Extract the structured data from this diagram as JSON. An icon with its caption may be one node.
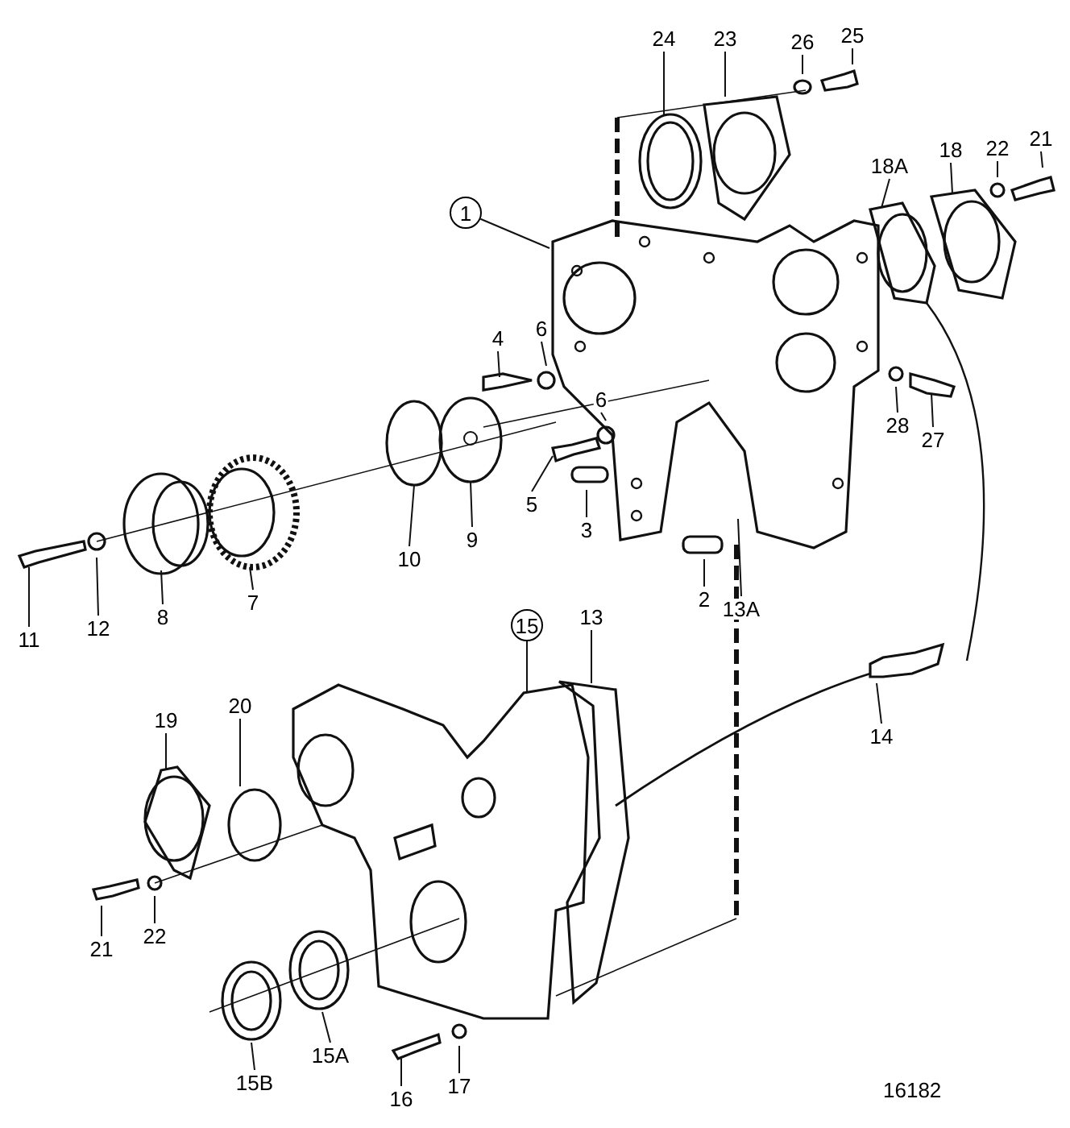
{
  "diagram": {
    "nodes": [
      {
        "text": [
          "24"
        ]
      },
      {
        "text": [
          "23"
        ]
      },
      {
        "text": [
          "26"
        ]
      },
      {
        "text": [
          "25"
        ]
      },
      {
        "text": [
          "21"
        ]
      },
      {
        "text": [
          "22"
        ]
      },
      {
        "text": [
          "18"
        ]
      },
      {
        "text": [
          "18A"
        ]
      },
      {
        "text": [
          "1"
        ]
      },
      {
        "text": [
          "6"
        ]
      },
      {
        "text": [
          "4"
        ]
      },
      {
        "text": [
          "6"
        ]
      },
      {
        "text": [
          "28"
        ]
      },
      {
        "text": [
          "27"
        ]
      },
      {
        "text": [
          "5"
        ]
      },
      {
        "text": [
          "9"
        ]
      },
      {
        "text": [
          "3"
        ]
      },
      {
        "text": [
          "10"
        ]
      },
      {
        "text": [
          "2"
        ]
      },
      {
        "text": [
          "13A"
        ]
      },
      {
        "text": [
          "7"
        ]
      },
      {
        "text": [
          "8"
        ]
      },
      {
        "text": [
          "12"
        ]
      },
      {
        "text": [
          "11"
        ]
      },
      {
        "text": [
          "15"
        ]
      },
      {
        "text": [
          "13"
        ]
      },
      {
        "text": [
          "14"
        ]
      },
      {
        "text": [
          "20"
        ]
      },
      {
        "text": [
          "19"
        ]
      },
      {
        "text": [
          "22"
        ]
      },
      {
        "text": [
          "21"
        ]
      },
      {
        "text": [
          "15A"
        ]
      },
      {
        "text": [
          "15B"
        ]
      },
      {
        "text": [
          "17"
        ]
      },
      {
        "text": [
          "16"
        ]
      }
    ],
    "edges": [
      {
        "from": 0,
        "to": null,
        "arrow": "none"
      },
      {
        "from": 1,
        "to": null,
        "arrow": "none"
      },
      {
        "from": 2,
        "to": null,
        "arrow": "none"
      },
      {
        "from": 3,
        "to": null,
        "arrow": "none"
      },
      {
        "from": 4,
        "to": null,
        "arrow": "none"
      },
      {
        "from": 5,
        "to": null,
        "arrow": "none"
      },
      {
        "from": 6,
        "to": null,
        "arrow": "none"
      },
      {
        "from": 7,
        "to": null,
        "arrow": "none"
      },
      {
        "from": 8,
        "to": null,
        "arrow": "none"
      },
      {
        "from": 9,
        "to": null,
        "arrow": "none"
      },
      {
        "from": 10,
        "to": null,
        "arrow": "none"
      },
      {
        "from": 11,
        "to": null,
        "arrow": "none"
      },
      {
        "from": 12,
        "to": null,
        "arrow": "none"
      },
      {
        "from": 13,
        "to": null,
        "arrow": "none"
      },
      {
        "from": 14,
        "to": null,
        "arrow": "none"
      },
      {
        "from": 15,
        "to": null,
        "arrow": "none"
      },
      {
        "from": 16,
        "to": null,
        "arrow": "none"
      },
      {
        "from": 17,
        "to": null,
        "arrow": "none"
      },
      {
        "from": 18,
        "to": null,
        "arrow": "none"
      },
      {
        "from": 19,
        "to": null,
        "arrow": "none"
      },
      {
        "from": 20,
        "to": null,
        "arrow": "none"
      },
      {
        "from": 21,
        "to": null,
        "arrow": "none"
      },
      {
        "from": 22,
        "to": null,
        "arrow": "none"
      },
      {
        "from": 23,
        "to": null,
        "arrow": "none"
      },
      {
        "from": 24,
        "to": null,
        "arrow": "none"
      },
      {
        "from": 25,
        "to": null,
        "arrow": "none"
      },
      {
        "from": 26,
        "to": null,
        "arrow": "none"
      },
      {
        "from": 27,
        "to": null,
        "arrow": "none"
      },
      {
        "from": 28,
        "to": null,
        "arrow": "none"
      },
      {
        "from": 29,
        "to": null,
        "arrow": "none"
      },
      {
        "from": 30,
        "to": null,
        "arrow": "none"
      },
      {
        "from": 31,
        "to": null,
        "arrow": "none"
      },
      {
        "from": 32,
        "to": null,
        "arrow": "none"
      },
      {
        "from": 33,
        "to": null,
        "arrow": "none"
      },
      {
        "from": 34,
        "to": null,
        "arrow": "none"
      }
    ],
    "labels": [
      "16182"
    ]
  }
}
